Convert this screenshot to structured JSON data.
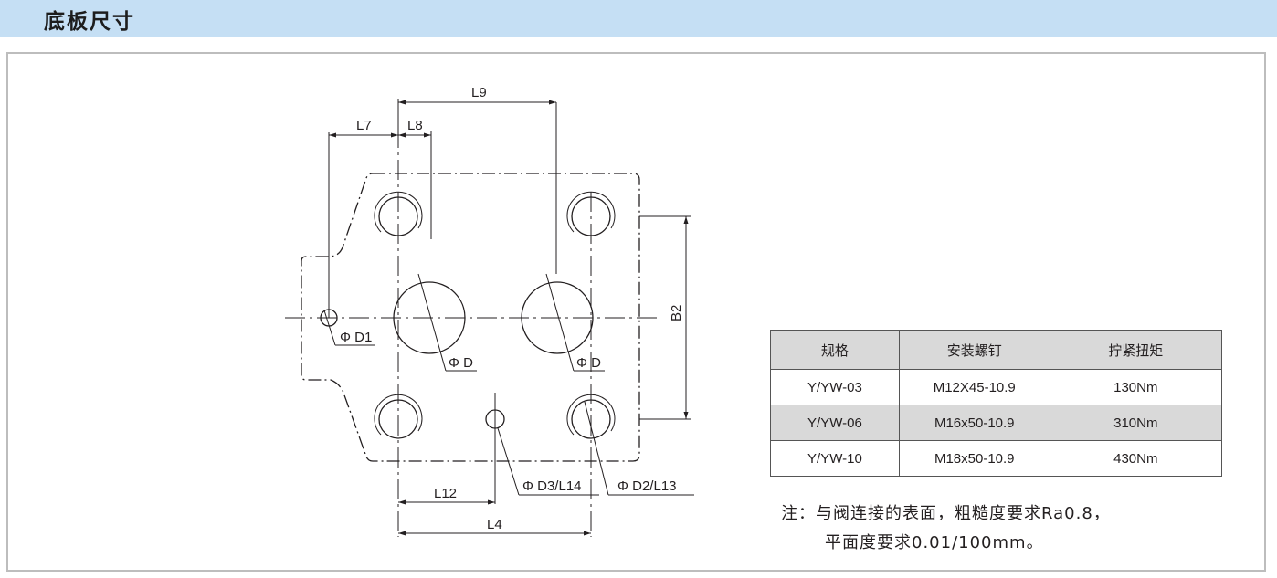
{
  "header": {
    "title": "底板尺寸"
  },
  "drawing": {
    "labels": {
      "l9": "L9",
      "l7": "L7",
      "l8": "L8",
      "b2": "B2",
      "d1": "Φ D1",
      "d_left": "Φ D",
      "d_right": "Φ D",
      "d3": "Φ D3/L14",
      "d2": "Φ D2/L13",
      "l12": "L12",
      "l4": "L4"
    }
  },
  "table": {
    "headers": [
      "规格",
      "安装螺钉",
      "拧紧扭矩"
    ],
    "rows": [
      [
        "Y/YW-03",
        "M12X45-10.9",
        "130Nm"
      ],
      [
        "Y/YW-06",
        "M16x50-10.9",
        "310Nm"
      ],
      [
        "Y/YW-10",
        "M18x50-10.9",
        "430Nm"
      ]
    ]
  },
  "note": {
    "line1": "注：与阀连接的表面，粗糙度要求Ra0.8，",
    "line2": "平面度要求0.01/100mm。"
  }
}
